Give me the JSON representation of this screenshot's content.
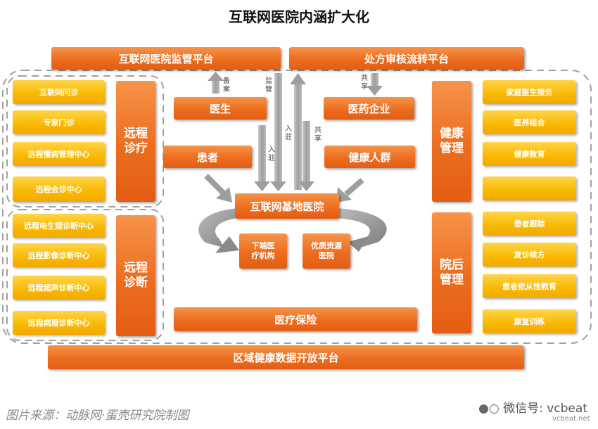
{
  "title": "互联网医院内涵扩大化",
  "platforms": {
    "supervision": "互联网医院监管平台",
    "prescription": "处方审核流转平台",
    "regional_data": "区域健康数据开放平台",
    "insurance": "医疗保险"
  },
  "center": {
    "doctor": "医生",
    "pharma": "医药企业",
    "patient": "患者",
    "healthy_crowd": "健康人群",
    "base_hospital": "互联网基地医院",
    "lower_institution": [
      "下端医",
      "疗机构"
    ],
    "quality_hospital": [
      "优质资源",
      "医院"
    ]
  },
  "arrow_labels": {
    "filing": "备案",
    "supervise": "监管",
    "enter_1": "入驻",
    "enter_2": "入驻",
    "share_top": "共享",
    "share_right": "共享"
  },
  "remote_treatment": {
    "label": [
      "远程",
      "诊疗"
    ],
    "items": [
      "互联网问诊",
      "专家门诊",
      "远程慢病管理中心",
      "远程会诊中心"
    ]
  },
  "remote_diagnosis": {
    "label": [
      "远程",
      "诊断"
    ],
    "items": [
      "远程电生理诊断中心",
      "远程影像诊断中心",
      "远程超声诊断中心",
      "远程病理诊断中心"
    ]
  },
  "health_management": {
    "label": [
      "健康",
      "管理"
    ],
    "items": [
      "家庭医生服务",
      "医养结合",
      "健康教育",
      ""
    ]
  },
  "post_hospital": {
    "label": [
      "院后",
      "管理"
    ],
    "items": [
      "患者跟踪",
      "复诊续方",
      "患者依从性教育",
      "康复训练"
    ]
  },
  "footer": {
    "source": "图片来源：动脉网·蛋壳研究院制图",
    "watermark": "微信号: vcbeat",
    "watermark_url": "vcbeat.net"
  },
  "colors": {
    "orange": "#ec6d1f",
    "yellow": "#f8b800",
    "arrow_gray": "#9e9e9e",
    "dashed_border": "#a0a0a0"
  }
}
